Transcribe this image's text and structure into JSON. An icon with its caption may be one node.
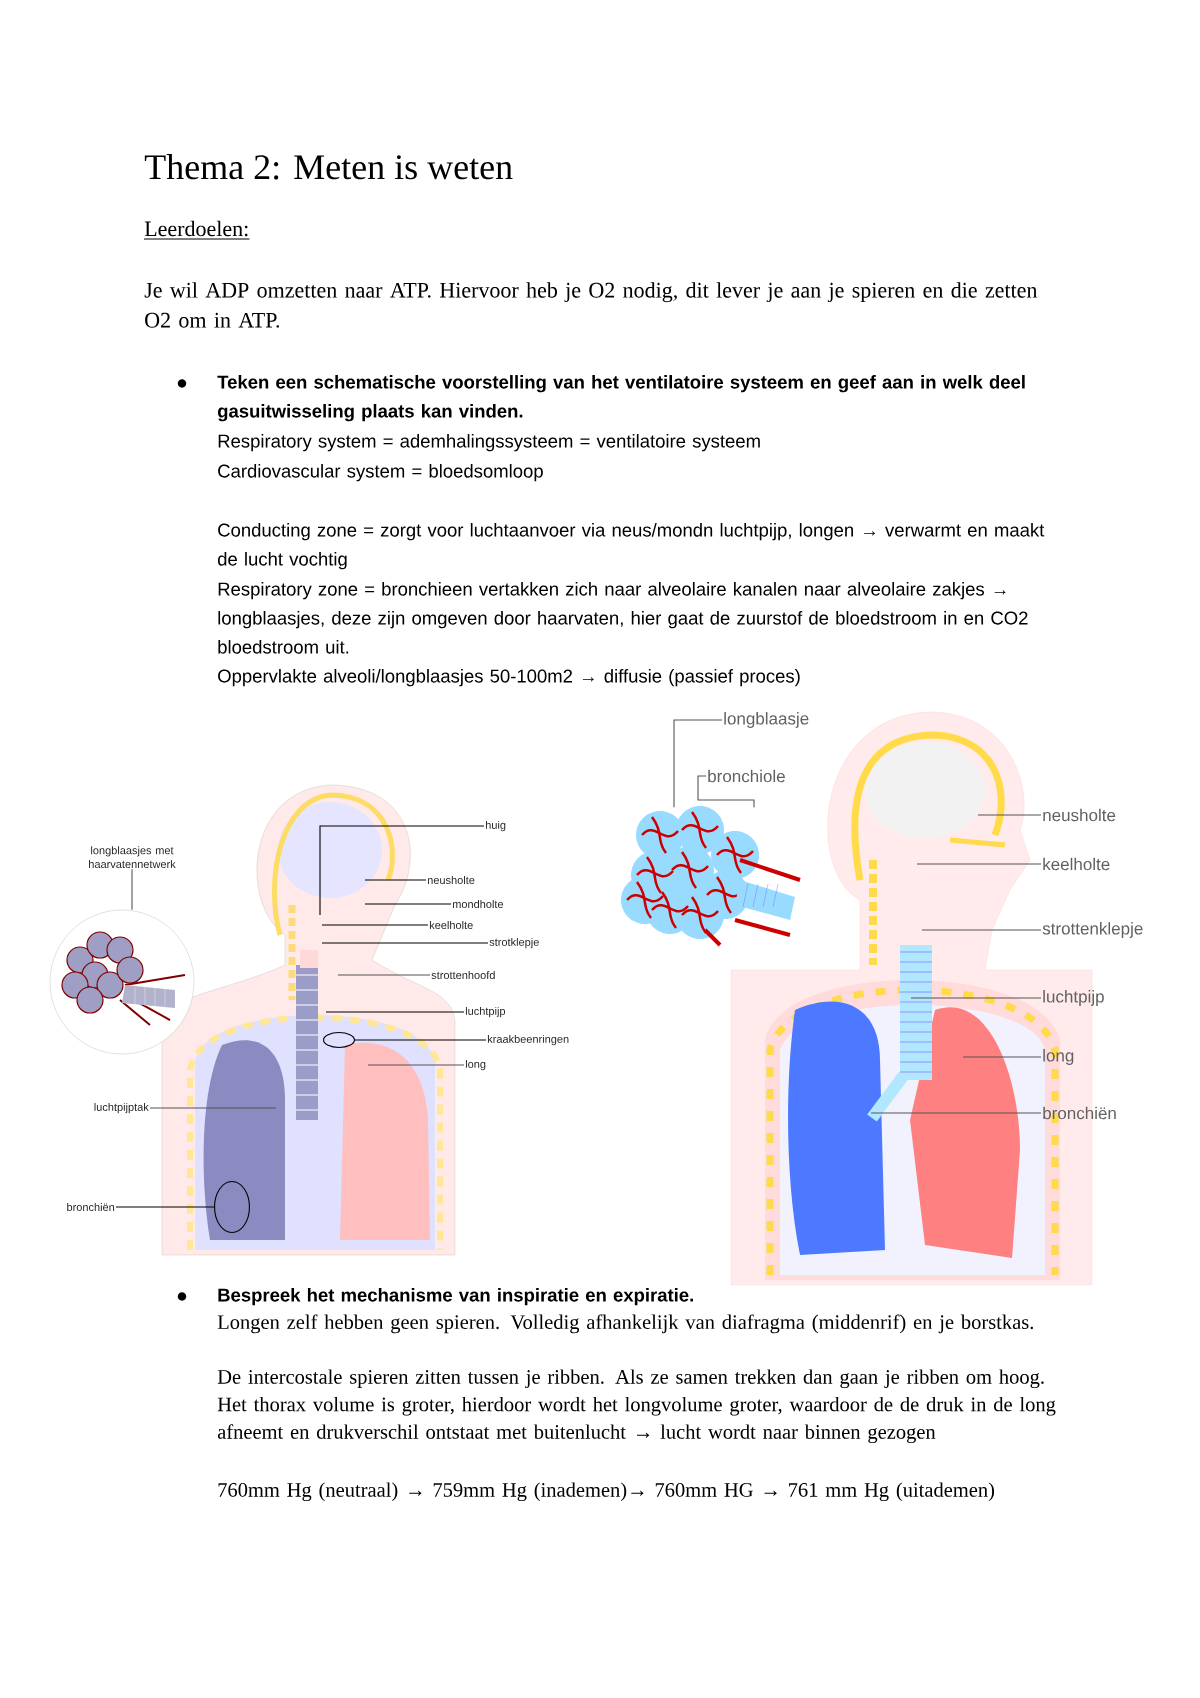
{
  "diagram": {
    "title": "Thema 2: Meten is weten",
    "nodes": [
      {
        "text": [
          "longblaasjes met haarvatennetwerk"
        ]
      },
      {
        "text": [
          "huig"
        ]
      },
      {
        "text": [
          "neusholte"
        ]
      },
      {
        "text": [
          "mondholte"
        ]
      },
      {
        "text": [
          "keelholte"
        ]
      },
      {
        "text": [
          "strotklepje"
        ]
      },
      {
        "text": [
          "strottenhoofd"
        ]
      },
      {
        "text": [
          "luchtpijp"
        ]
      },
      {
        "text": [
          "kraakbeenringen"
        ]
      },
      {
        "text": [
          "long"
        ]
      },
      {
        "text": [
          "luchtpijptak"
        ]
      },
      {
        "text": [
          "bronchiën"
        ]
      },
      {
        "text": [
          "longblaasje"
        ]
      },
      {
        "text": [
          "bronchiole"
        ]
      },
      {
        "text": [
          "neusholte"
        ]
      },
      {
        "text": [
          "keelholte"
        ]
      },
      {
        "text": [
          "strottenklepje"
        ]
      },
      {
        "text": [
          "luchtpijp"
        ]
      },
      {
        "text": [
          "long"
        ]
      },
      {
        "text": [
          "bronchiën"
        ]
      },
      {
        "text": [],
        "shape": "picture"
      },
      {
        "text": [],
        "shape": "picture"
      }
    ],
    "edges": [
      {
        "from": 0,
        "to": 20,
        "arrow": "none",
        "color": "#555555"
      },
      {
        "from": 1,
        "to": null,
        "arrow": "none"
      },
      {
        "from": 2,
        "to": null,
        "arrow": "none"
      },
      {
        "from": 3,
        "to": null,
        "arrow": "none"
      },
      {
        "from": 4,
        "to": null,
        "arrow": "none"
      },
      {
        "from": 5,
        "to": null,
        "arrow": "none"
      },
      {
        "from": 6,
        "to": null,
        "arrow": "none",
        "color": "#555555"
      },
      {
        "from": 7,
        "to": null,
        "arrow": "none"
      },
      {
        "from": 8,
        "to": null,
        "arrow": "other"
      },
      {
        "from": 9,
        "to": null,
        "arrow": "none",
        "color": "#555555"
      },
      {
        "from": 10,
        "to": null,
        "arrow": "none",
        "color": "#555555"
      },
      {
        "from": 11,
        "to": null,
        "arrow": "other"
      },
      {
        "from": 12,
        "to": 21,
        "arrow": "none",
        "color": "#555555"
      },
      {
        "from": 13,
        "to": 21,
        "arrow": "none",
        "color": "#555555"
      },
      {
        "from": 14,
        "to": null,
        "arrow": "none",
        "color": "#555555"
      },
      {
        "from": 15,
        "to": null,
        "arrow": "none",
        "color": "#555555"
      },
      {
        "from": 16,
        "to": null,
        "arrow": "none",
        "color": "#555555"
      },
      {
        "from": 17,
        "to": null,
        "arrow": "none",
        "color": "#555555"
      },
      {
        "from": 18,
        "to": null,
        "arrow": "none",
        "color": "#555555"
      },
      {
        "from": 19,
        "to": null,
        "arrow": "none",
        "color": "#555555"
      }
    ],
    "labels": [
      "Leerdoelen:",
      "Je wil ADP omzetten naar ATP. Hiervoor heb je O2 nodig, dit lever je aan je spieren en die zetten O2 om in ATP.",
      "Teken een schematische voorstelling van het ventilatoire systeem en geef aan in welk deel gasuitwisseling plaats kan vinden.",
      "Respiratory system = ademhalingssysteem = ventilatoire systeem",
      "Cardiovascular system = bloedsomloop",
      "Conducting zone = zorgt voor luchtaanvoer via neus/mondn luchtpijp, longen → verwarmt en maakt de lucht vochtig",
      "Respiratory zone = bronchieen vertakken zich naar alveolaire kanalen naar alveolaire zakjes → longblaasjes, deze zijn omgeven door haarvaten, hier gaat de zuurstof de bloedstroom in en CO2 bloedstroom uit.",
      "Oppervlakte alveoli/longblaasjes 50-100m2 → diffusie (passief proces)",
      "Bespreek het mechanisme van inspiratie en expiratie.",
      "Longen zelf hebben geen spieren. Volledig afhankelijk van diafragma (middenrif) en je borstkas.",
      "De intercostale spieren zitten tussen je ribben. Als ze samen trekken dan gaan je ribben om hoog. Het thorax volume is groter, hierdoor wordt het longvolume groter, waardoor de de druk in de long afneemt en drukverschil ontstaat met buitenlucht → lucht wordt naar binnen gezogen",
      "760mm Hg (neutraal) → 759mm Hg (inademen)→ 760mm HG → 761 mm Hg (uitademen)"
    ]
  }
}
